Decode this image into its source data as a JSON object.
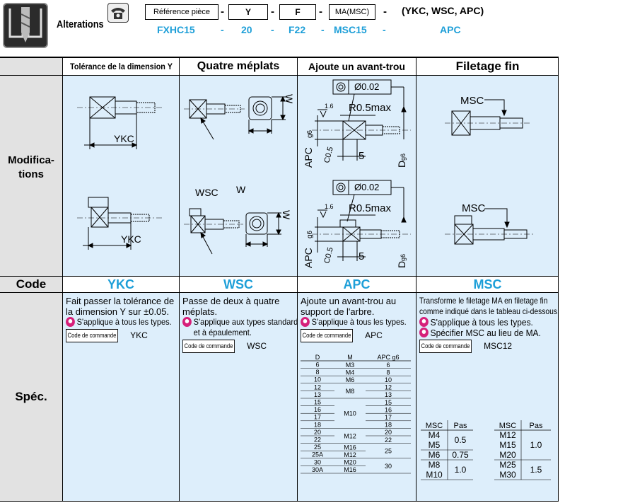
{
  "header": {
    "title": "Alterations",
    "boxes": [
      {
        "label": "Référence pièce"
      },
      {
        "label": "Y"
      },
      {
        "label": "F"
      },
      {
        "label": "MA(MSC)"
      }
    ],
    "dash": "-",
    "options": "(YKC, WSC, APC)",
    "example": {
      "part": "FXHC15",
      "y": "20",
      "f": "F22",
      "ma": "MSC15",
      "opt": "APC",
      "dash": "-"
    }
  },
  "row_labels": {
    "modifications": "Modifica-\ntions",
    "code": "Code",
    "spec": "Spéc."
  },
  "columns": [
    {
      "title": "Tolérance de la dimension Y",
      "code": "YKC"
    },
    {
      "title": "Quatre méplats",
      "code": "WSC"
    },
    {
      "title": "Ajoute un avant-trou",
      "code": "APC"
    },
    {
      "title": "Filetage fin",
      "code": "MSC"
    }
  ],
  "drawing_labels": {
    "ykc": "YKC",
    "wsc": "WSC",
    "w": "W",
    "phi": "Ø0.02",
    "r": "R0.5max",
    "roughness": "1.6",
    "g6": "g6",
    "apc": "APC",
    "c": "C0.5",
    "five": "5",
    "d": "D",
    "dg6": "g6",
    "msc": "MSC"
  },
  "specs": {
    "ykc": {
      "text": "Fait passer la tolérance de la dimension Y sur ±0.05.",
      "apply": "S'applique à tous les types.",
      "cmd_label": "Code de commande",
      "cmd_value": "YKC"
    },
    "wsc": {
      "text": "Passe de deux à quatre méplats.",
      "apply1": "S'applique aux types standard",
      "apply2": "et à épaulement.",
      "cmd_label": "Code de commande",
      "cmd_value": "WSC"
    },
    "apc": {
      "text": "Ajoute un avant-trou au support de l'arbre.",
      "apply": "S'applique à tous les types.",
      "cmd_label": "Code de commande",
      "cmd_value": "APC",
      "table_headers": [
        "D",
        "M",
        "APC g6"
      ],
      "d_values": [
        "6",
        "8",
        "10",
        "12",
        "13",
        "15",
        "16",
        "17",
        "18",
        "20",
        "22",
        "25",
        "25A",
        "30",
        "30A"
      ],
      "m_groups": [
        {
          "label": "M3",
          "rows": 1
        },
        {
          "label": "M4",
          "rows": 1
        },
        {
          "label": "M6",
          "rows": 1
        },
        {
          "label": "M8",
          "rows": 2
        },
        {
          "label": "M10",
          "rows": 4
        },
        {
          "label": "M12",
          "rows": 2
        },
        {
          "label": "M16",
          "rows": 1
        },
        {
          "label": "M12",
          "rows": 1
        },
        {
          "label": "M20",
          "rows": 1
        },
        {
          "label": "M16",
          "rows": 1
        }
      ],
      "apc_groups": [
        {
          "label": "6",
          "rows": 1
        },
        {
          "label": "8",
          "rows": 1
        },
        {
          "label": "10",
          "rows": 1
        },
        {
          "label": "12",
          "rows": 1
        },
        {
          "label": "13",
          "rows": 1
        },
        {
          "label": "15",
          "rows": 1
        },
        {
          "label": "16",
          "rows": 1
        },
        {
          "label": "17",
          "rows": 1
        },
        {
          "label": "18",
          "rows": 1
        },
        {
          "label": "20",
          "rows": 1
        },
        {
          "label": "22",
          "rows": 1
        },
        {
          "label": "25",
          "rows": 2
        },
        {
          "label": "30",
          "rows": 2
        }
      ]
    },
    "msc": {
      "text1": "Transforme le filetage MA en filetage fin",
      "text2": "comme indiqué dans le tableau ci-dessous.",
      "apply": "S'applique à tous les types.",
      "note": "Spécifier MSC au lieu de MA.",
      "cmd_label": "Code de commande",
      "cmd_value": "MSC12",
      "headers": [
        "MSC",
        "Pas"
      ],
      "left_table": [
        {
          "msc": [
            "M4",
            "M5"
          ],
          "pas": "0.5"
        },
        {
          "msc": [
            "M6"
          ],
          "pas": "0.75"
        },
        {
          "msc": [
            "M8",
            "M10"
          ],
          "pas": "1.0"
        }
      ],
      "right_table": [
        {
          "msc": [
            "M12",
            "M15",
            "M20"
          ],
          "pas": "1.0"
        },
        {
          "msc": [
            "M25",
            "M30"
          ],
          "pas": "1.5"
        }
      ]
    }
  }
}
